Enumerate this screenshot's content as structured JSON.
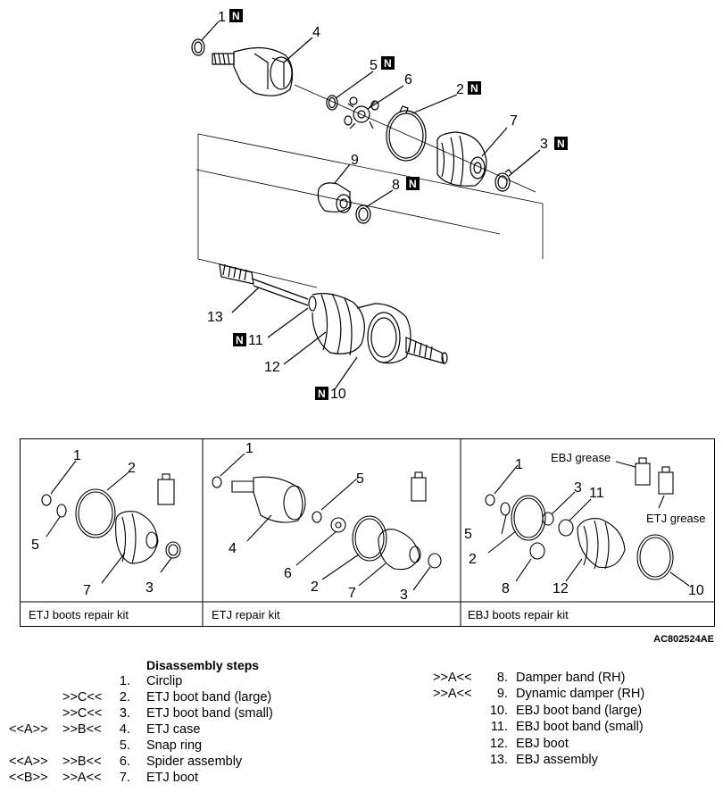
{
  "figure_id": "AC802524AE",
  "n_badge": "N",
  "callouts": [
    "1",
    "2",
    "3",
    "4",
    "5",
    "6",
    "7",
    "8",
    "9",
    "10",
    "11",
    "12",
    "13"
  ],
  "kits": [
    {
      "label": "ETJ boots repair kit",
      "callouts": [
        "1",
        "2",
        "5",
        "7",
        "3"
      ]
    },
    {
      "label": "ETJ repair kit",
      "callouts": [
        "1",
        "5",
        "4",
        "6",
        "2",
        "7",
        "3"
      ]
    },
    {
      "label": "EBJ boots repair kit",
      "callouts": [
        "1",
        "3",
        "11",
        "5",
        "2",
        "8",
        "12",
        "10"
      ],
      "grease_labels": [
        "EBJ grease",
        "ETJ grease"
      ]
    }
  ],
  "steps_title": "Disassembly steps",
  "steps_left": [
    {
      "mark1": "",
      "mark2": "",
      "num": "1.",
      "text": "Circlip"
    },
    {
      "mark1": "",
      "mark2": ">>C<<",
      "num": "2.",
      "text": "ETJ boot band (large)"
    },
    {
      "mark1": "",
      "mark2": ">>C<<",
      "num": "3.",
      "text": "ETJ boot band (small)"
    },
    {
      "mark1": "<<A>>",
      "mark2": ">>B<<",
      "num": "4.",
      "text": "ETJ case"
    },
    {
      "mark1": "",
      "mark2": "",
      "num": "5.",
      "text": "Snap ring"
    },
    {
      "mark1": "<<A>>",
      "mark2": ">>B<<",
      "num": "6.",
      "text": "Spider assembly"
    },
    {
      "mark1": "<<B>>",
      "mark2": ">>A<<",
      "num": "7.",
      "text": "ETJ boot"
    }
  ],
  "steps_right": [
    {
      "mark": ">>A<<",
      "num": "8.",
      "text": "Damper band (RH)"
    },
    {
      "mark": ">>A<<",
      "num": "9.",
      "text": "Dynamic damper (RH)"
    },
    {
      "mark": "",
      "num": "10.",
      "text": "EBJ boot band (large)"
    },
    {
      "mark": "",
      "num": "11.",
      "text": "EBJ boot band (small)"
    },
    {
      "mark": "",
      "num": "12.",
      "text": "EBJ boot"
    },
    {
      "mark": "",
      "num": "13.",
      "text": "EBJ assembly"
    }
  ]
}
